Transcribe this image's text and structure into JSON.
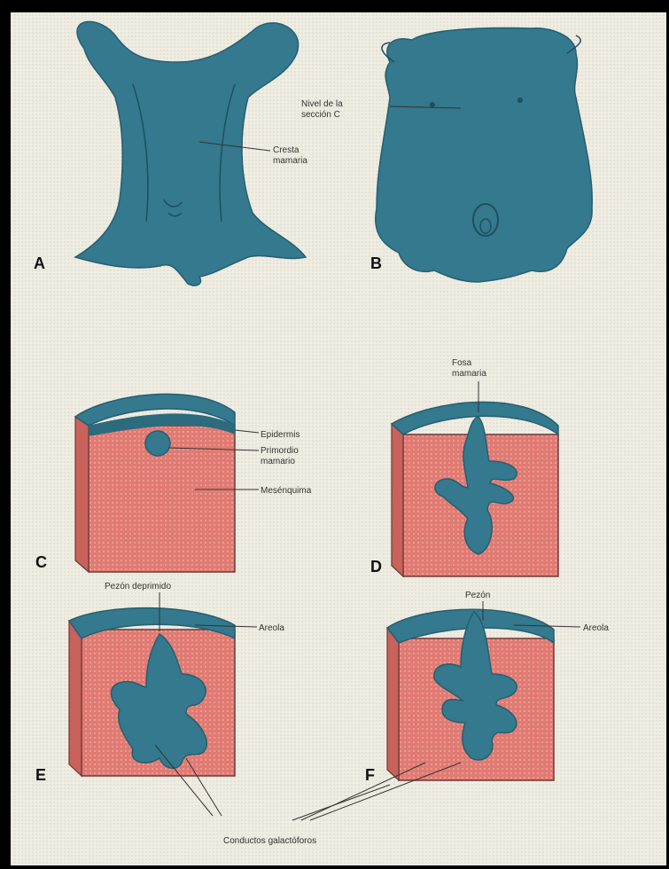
{
  "panels": [
    "A",
    "B",
    "C",
    "D",
    "E",
    "F"
  ],
  "labels": {
    "nivel_seccion": [
      "Nivel de la",
      "sección C"
    ],
    "cresta_mamaria": [
      "Cresta",
      "mamaria"
    ],
    "epidermis": "Epidermis",
    "primordio_mamario": [
      "Primordio",
      "mamario"
    ],
    "mesenquima": "Mesénquima",
    "fosa_mamaria": [
      "Fosa",
      "mamaria"
    ],
    "pezon_deprimido": "Pezón deprimido",
    "areola_e": "Areola",
    "pezon": "Pezón",
    "areola_f": "Areola",
    "conductos_galactoforos": "Conductos galactóforos"
  },
  "colors": {
    "background": "#efece2",
    "tissue_blue": "#34798e",
    "dermis_pink": "#e07b73",
    "frame": "#000000",
    "text": "#333333"
  }
}
